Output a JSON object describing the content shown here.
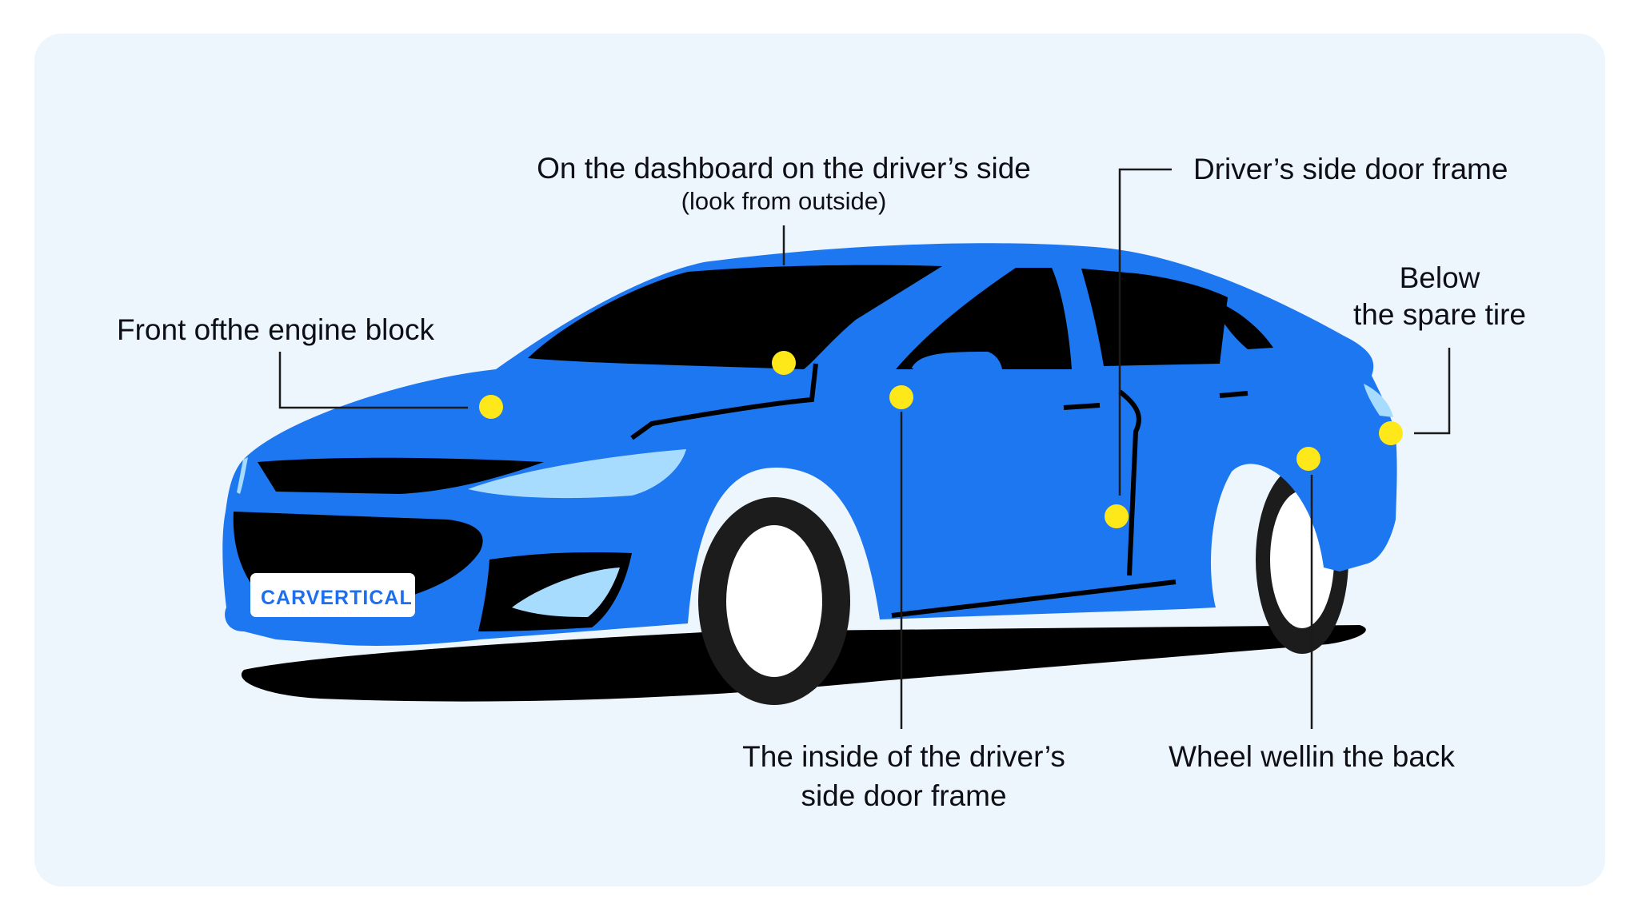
{
  "labels": {
    "dashboard": "On the dashboard on the driver’s side",
    "dashboard_note": "(look from outside)",
    "door_frame": "Driver’s side door frame",
    "spare_tire_line1": "Below",
    "spare_tire_line2": "the spare tire",
    "engine_block": "Front ofthe engine block",
    "inside_door_line1": "The inside of the driver’s",
    "inside_door_line2": "side door frame",
    "wheel_well": "Wheel wellin the back"
  },
  "logo": {
    "text": "CARVERTICAL"
  },
  "colors": {
    "panel_bg": "#eef6fd",
    "car_body": "#1d77f0",
    "glass": "#000000",
    "headlight": "#a8dcff",
    "marker": "#ffe81a",
    "leader_line": "#1a1a1a"
  },
  "icons": [
    "car-illustration",
    "location-marker-icon"
  ]
}
